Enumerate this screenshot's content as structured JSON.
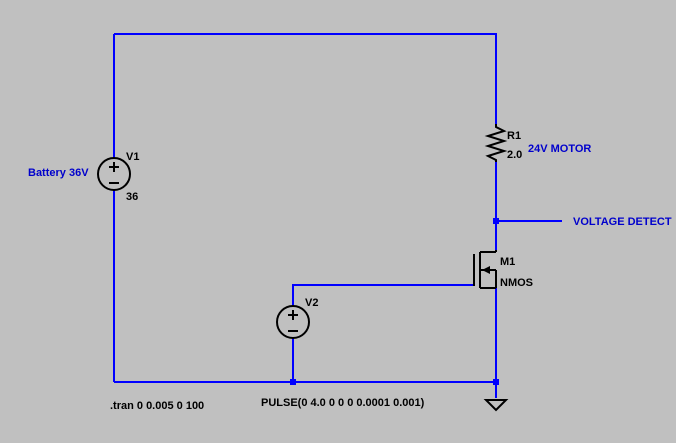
{
  "components": {
    "v1": {
      "ref": "V1",
      "value": "36",
      "label": "Battery 36V"
    },
    "r1": {
      "ref": "R1",
      "value": "2.0",
      "label": "24V MOTOR"
    },
    "m1": {
      "ref": "M1",
      "type": "NMOS"
    },
    "v2": {
      "ref": "V2",
      "value": "PULSE(0 4.0 0 0 0 0.0001 0.001)"
    }
  },
  "net_labels": {
    "drain_node": "VOLTAGE DETECT"
  },
  "directives": {
    "tran": ".tran 0 0.005 0 100"
  },
  "colors": {
    "background": "#c0c0c0",
    "wire": "#0000ff",
    "component": "#000000",
    "label": "#0000cc"
  }
}
